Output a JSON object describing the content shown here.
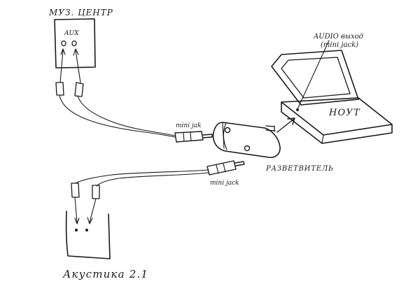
{
  "labels": {
    "music_center": "МУЗ. ЦЕНТР",
    "aux": "AUX",
    "audio_out_line1": "AUDIO выход",
    "audio_out_line2": "(mini jack)",
    "laptop": "НОУТ",
    "minijack_upper": "mini jak",
    "minijack_lower": "mini jack",
    "splitter": "РАЗВЕТВИТЕЛЬ",
    "speakers": "Акустика 2.1"
  },
  "colors": {
    "ink": "#1a1a1a",
    "paper": "#ffffff"
  }
}
